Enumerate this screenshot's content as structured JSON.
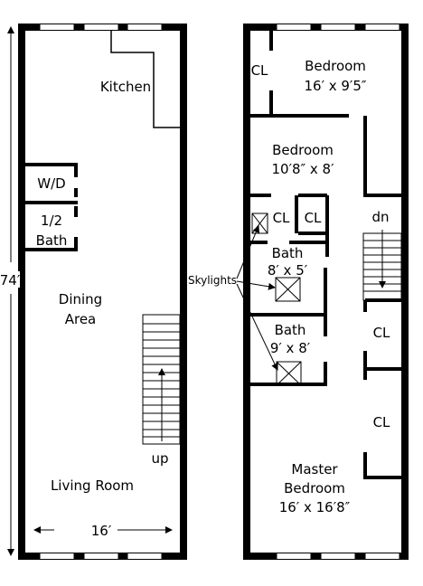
{
  "dimensions": {
    "height": "74′",
    "width": "16′"
  },
  "lower_level": {
    "kitchen": "Kitchen",
    "wd": "W/D",
    "half_bath_1": "1/2",
    "half_bath_2": "Bath",
    "dining_1": "Dining",
    "dining_2": "Area",
    "stairs": "up",
    "living": "Living Room"
  },
  "upper_level": {
    "bedroom_front": {
      "closet": "CL",
      "name": "Bedroom",
      "size": "16′ x 9′5″"
    },
    "bedroom_mid": {
      "name": "Bedroom",
      "size": "10′8″ x 8′"
    },
    "closet_a": "CL",
    "closet_b": "CL",
    "bath_1": {
      "name": "Bath",
      "size": "8′ x 5′"
    },
    "bath_2": {
      "name": "Bath",
      "size": "9′ x 8′"
    },
    "stairs": "dn",
    "closet_c": "CL",
    "closet_d": "CL",
    "master": {
      "name_1": "Master",
      "name_2": "Bedroom",
      "size": "16′ x 16′8″"
    }
  },
  "skylights_label": "Skylights"
}
